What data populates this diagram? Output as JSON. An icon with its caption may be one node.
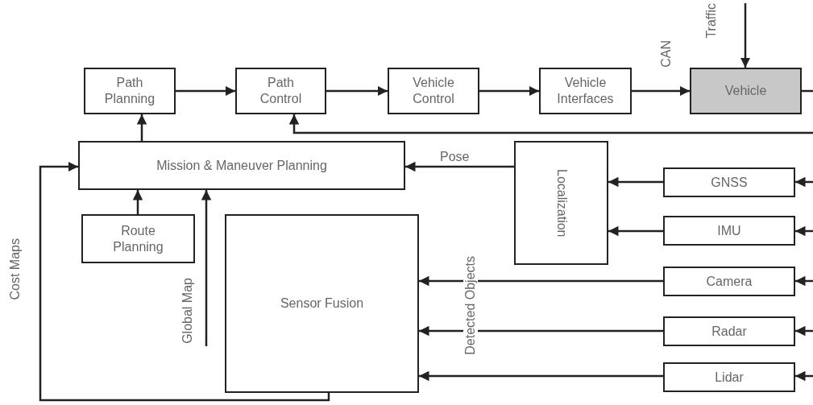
{
  "diagram": {
    "nodes": [
      {
        "text": [
          "Path Planning"
        ]
      },
      {
        "text": [
          "Path Control"
        ]
      },
      {
        "text": [
          "Vehicle Control"
        ]
      },
      {
        "text": [
          "Vehicle Interfaces"
        ]
      },
      {
        "text": [
          "Vehicle"
        ]
      },
      {
        "text": [
          "Mission  & Maneuver Planning"
        ]
      },
      {
        "text": [
          "Localization"
        ]
      },
      {
        "text": [
          "GNSS"
        ]
      },
      {
        "text": [
          "Route Planning"
        ]
      },
      {
        "text": [
          "Sensor Fusion"
        ]
      },
      {
        "text": [
          "IMU"
        ]
      },
      {
        "text": [
          "Camera"
        ]
      },
      {
        "text": [
          "Radar"
        ]
      },
      {
        "text": [
          "Lidar"
        ]
      }
    ],
    "edges": [
      {
        "from": 0,
        "to": 1,
        "arrow": "to"
      },
      {
        "from": 1,
        "to": 2,
        "arrow": "to"
      },
      {
        "from": 2,
        "to": 3,
        "arrow": "to"
      },
      {
        "from": 3,
        "to": 4,
        "arrow": "to",
        "label": "CAN"
      },
      {
        "from": null,
        "to": 4,
        "arrow": "to",
        "label": "Traffic"
      },
      {
        "from": 4,
        "to": null,
        "arrow": "none"
      },
      {
        "from": null,
        "to": 1,
        "arrow": "to"
      },
      {
        "from": 5,
        "to": 0,
        "arrow": "to"
      },
      {
        "from": 6,
        "to": 5,
        "arrow": "to",
        "label": "Pose"
      },
      {
        "from": 7,
        "to": 6,
        "arrow": "to"
      },
      {
        "from": 10,
        "to": 6,
        "arrow": "to"
      },
      {
        "from": 8,
        "to": 5,
        "arrow": "to"
      },
      {
        "from": null,
        "to": 5,
        "arrow": "to",
        "label": "Global Map"
      },
      {
        "from": 9,
        "to": 5,
        "arrow": "to",
        "label": "Cost Maps"
      },
      {
        "from": 11,
        "to": 9,
        "arrow": "to"
      },
      {
        "from": 12,
        "to": 9,
        "arrow": "to"
      },
      {
        "from": 13,
        "to": 9,
        "arrow": "to"
      },
      {
        "from": null,
        "to": 7,
        "arrow": "to"
      },
      {
        "from": null,
        "to": 10,
        "arrow": "to"
      },
      {
        "from": null,
        "to": 11,
        "arrow": "to"
      },
      {
        "from": null,
        "to": 12,
        "arrow": "to"
      },
      {
        "from": null,
        "to": 13,
        "arrow": "to"
      }
    ],
    "labels": [
      "Detected Objects"
    ]
  }
}
